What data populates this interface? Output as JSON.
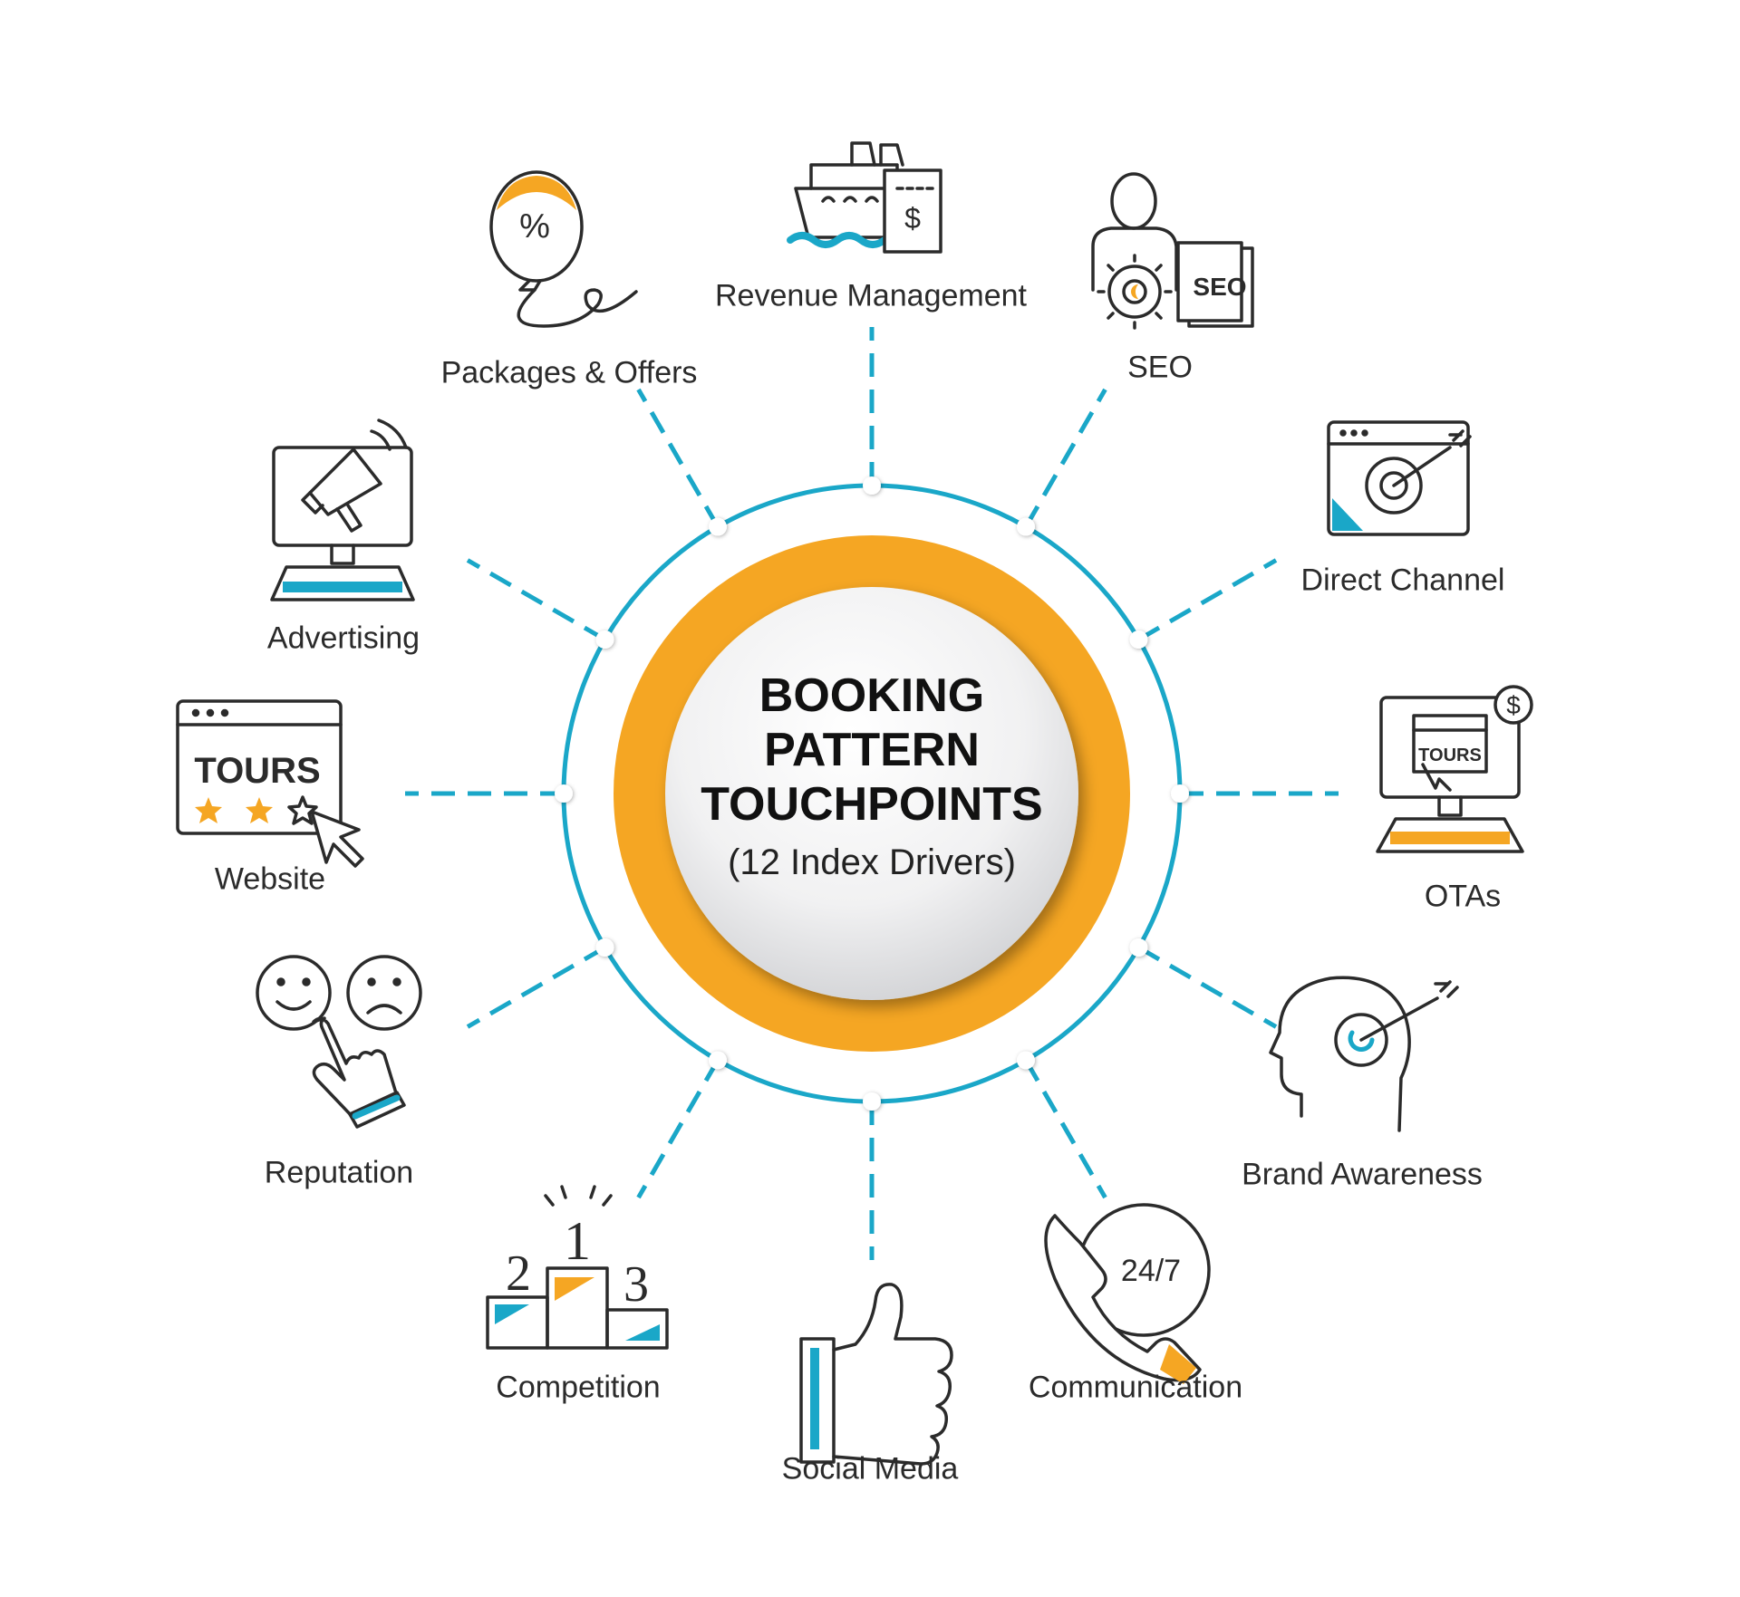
{
  "hub": {
    "title_lines": [
      "BOOKING",
      "PATTERN",
      "TOUCHPOINTS"
    ],
    "subtitle": "(12 Index Drivers)"
  },
  "colors": {
    "teal": "#1aa7c8",
    "orange": "#f5a623",
    "ink": "#2b2b2b"
  },
  "touchpoints": [
    {
      "label": "Revenue Management",
      "icon": "ship-ticket-icon"
    },
    {
      "label": "SEO",
      "icon": "person-gear-seo-icon"
    },
    {
      "label": "Direct Channel",
      "icon": "browser-target-icon"
    },
    {
      "label": "OTAs",
      "icon": "computer-tours-dollar-icon"
    },
    {
      "label": "Brand Awareness",
      "icon": "head-target-icon"
    },
    {
      "label": "Communication",
      "icon": "phone-24-7-icon"
    },
    {
      "label": "Social Media",
      "icon": "thumbs-up-icon"
    },
    {
      "label": "Competition",
      "icon": "podium-icon"
    },
    {
      "label": "Reputation",
      "icon": "smiley-faces-icon"
    },
    {
      "label": "Website",
      "icon": "browser-tours-icon"
    },
    {
      "label": "Advertising",
      "icon": "computer-megaphone-icon"
    },
    {
      "label": "Packages & Offers",
      "icon": "balloon-percent-icon"
    }
  ],
  "icon_texts": {
    "seo": "SEO",
    "tours": "TOURS",
    "dollar": "$",
    "percent": "%",
    "hours": "24/7",
    "podium": [
      "1",
      "2",
      "3"
    ]
  }
}
